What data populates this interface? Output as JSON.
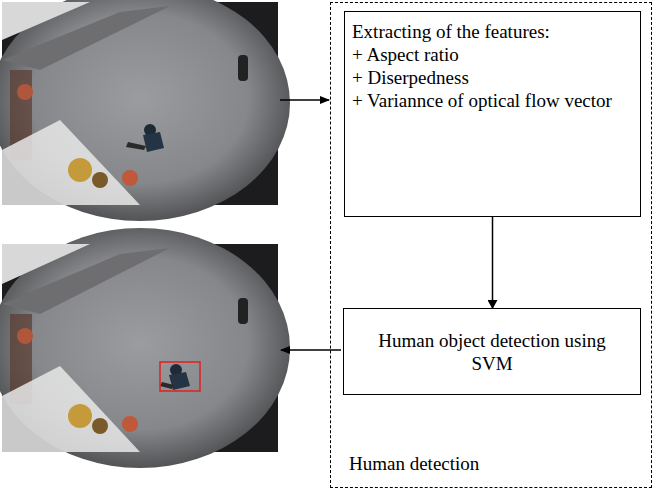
{
  "diagram": {
    "nodes": [
      {
        "text": [
          "Human detection"
        ]
      },
      {
        "text": [
          "Extracting of the features:",
          "+ Aspect ratio",
          "+ Diserpedness",
          "+ Variannce of optical flow vector"
        ],
        "in": 0
      },
      {
        "text": [
          "Human object detection using SVM"
        ],
        "in": 0
      }
    ],
    "edges": [
      {
        "from": 1,
        "to": 2,
        "arrow": "to"
      }
    ]
  }
}
